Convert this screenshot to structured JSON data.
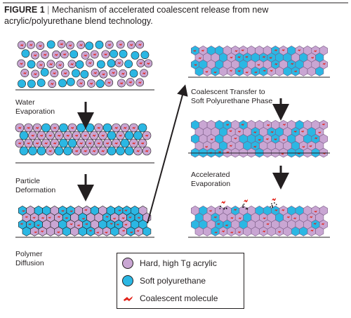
{
  "figure": {
    "label": "FIGURE 1",
    "separator": "|",
    "title": "Mechanism of accelerated coalescent release from new acrylic/polyurethane blend technology."
  },
  "steps_left": [
    {
      "label_line1": "Water",
      "label_line2": "Evaporation"
    },
    {
      "label_line1": "Particle",
      "label_line2": "Deformation"
    },
    {
      "label_line1": "Polymer",
      "label_line2": "Diffusion"
    }
  ],
  "steps_right": [
    {
      "label_line1": "Coalescent Transfer to",
      "label_line2": "Soft Polyurethane Phase"
    },
    {
      "label_line1": "Accelerated",
      "label_line2": "Evaporation"
    }
  ],
  "legend": {
    "items": [
      {
        "label": "Hard, high Tg acrylic",
        "color": "#c9a6d3",
        "icon": "purple-circle-icon"
      },
      {
        "label": "Soft polyurethane",
        "color": "#2bb7e3",
        "icon": "cyan-circle-icon"
      },
      {
        "label": "Coalescent molecule",
        "color": "#e2231a",
        "icon": "coalescent-molecule-icon"
      }
    ]
  },
  "colors": {
    "acrylic": "#c9a6d3",
    "polyurethane": "#2bb7e3",
    "coalescent": "#e2231a",
    "line": "#231f20"
  }
}
